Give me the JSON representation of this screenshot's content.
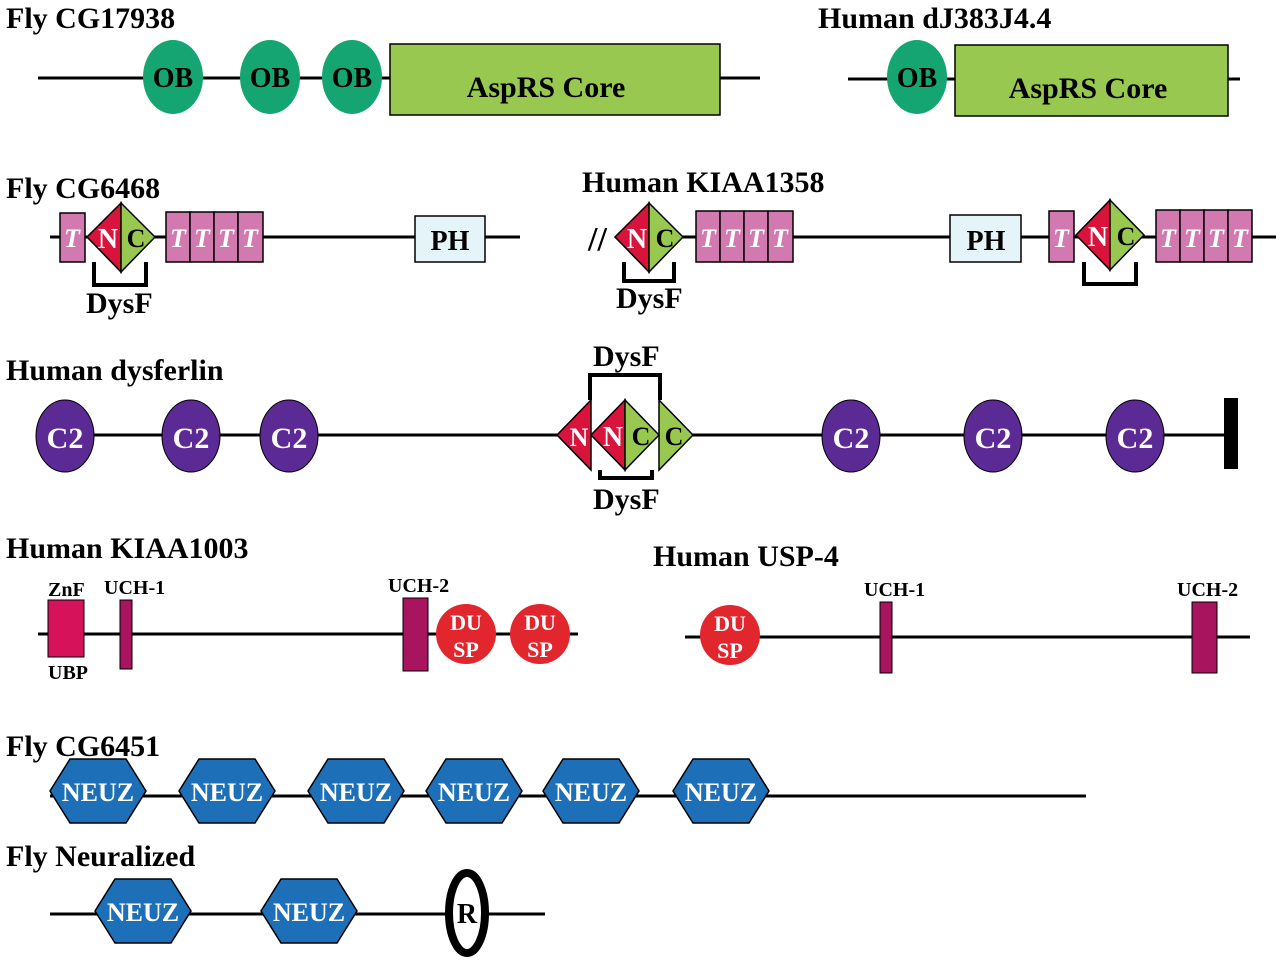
{
  "titles": {
    "fly_cg17938": "Fly CG17938",
    "human_dj383j4": "Human dJ383J4.4",
    "fly_cg6468": "Fly CG6468",
    "human_kiaa1358": "Human KIAA1358",
    "human_dysferlin": "Human dysferlin",
    "human_kiaa1003": "Human KIAA1003",
    "human_usp4": "Human USP-4",
    "fly_cg6451": "Fly CG6451",
    "fly_neuralized": "Fly Neuralized"
  },
  "labels": {
    "ob": "OB",
    "asprs_core": "AspRS Core",
    "t": "T",
    "n": "N",
    "c": "C",
    "ph": "PH",
    "dysf": "DysF",
    "c2": "C2",
    "znf": "ZnF",
    "ubp": "UBP",
    "uch1": "UCH-1",
    "uch2": "UCH-2",
    "du": "DU",
    "sp": "SP",
    "neuz": "NEUZ",
    "r": "R",
    "break_mark": "//"
  },
  "colors": {
    "ob": "#14a572",
    "asprs": "#98c850",
    "t_box": "#d27ab0",
    "n_red": "#d8143c",
    "c_green": "#98c850",
    "ph": "#e4f4f8",
    "c2": "#5b2a95",
    "znf": "#d6135a",
    "uch": "#a8145e",
    "dusp": "#e2262e",
    "neuz": "#1d6fb8"
  }
}
